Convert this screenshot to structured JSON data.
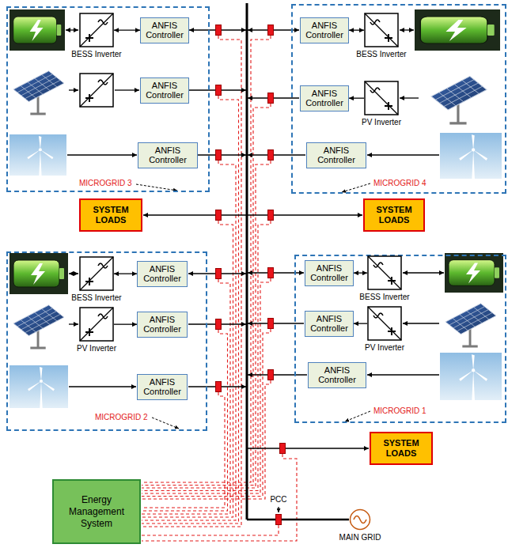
{
  "diagram": {
    "nodes": [
      {
        "text": [
          "MICROGRID 3"
        ]
      },
      {
        "text": [
          "BESS Inverter"
        ],
        "in": 0
      },
      {
        "text": [
          "ANFIS Controller"
        ],
        "in": 0
      },
      {
        "text": [
          "ANFIS Controller"
        ],
        "in": 0
      },
      {
        "text": [
          "ANFIS Controller"
        ],
        "in": 0
      },
      {
        "text": [
          "MICROGRID 4"
        ]
      },
      {
        "text": [
          "ANFIS Controller"
        ],
        "in": 5
      },
      {
        "text": [
          "BESS Inverter"
        ],
        "in": 5
      },
      {
        "text": [
          "ANFIS Controller"
        ],
        "in": 5
      },
      {
        "text": [
          "PV Inverter"
        ],
        "in": 5
      },
      {
        "text": [
          "ANFIS Controller"
        ],
        "in": 5
      },
      {
        "text": [
          "SYSTEM LOADS"
        ]
      },
      {
        "text": [
          "SYSTEM LOADS"
        ]
      },
      {
        "text": [
          "MICROGRID 2"
        ]
      },
      {
        "text": [
          "BESS Inverter"
        ],
        "in": 13
      },
      {
        "text": [
          "ANFIS Controller"
        ],
        "in": 13
      },
      {
        "text": [
          "PV Inverter"
        ],
        "in": 13
      },
      {
        "text": [
          "ANFIS Controller"
        ],
        "in": 13
      },
      {
        "text": [
          "ANFIS Controller"
        ],
        "in": 13
      },
      {
        "text": [
          "MICROGRID 1"
        ]
      },
      {
        "text": [
          "ANFIS Controller"
        ],
        "in": 19
      },
      {
        "text": [
          "BESS Inverter"
        ],
        "in": 19
      },
      {
        "text": [
          "ANFIS Controller"
        ],
        "in": 19
      },
      {
        "text": [
          "PV Inverter"
        ],
        "in": 19
      },
      {
        "text": [
          "ANFIS Controller"
        ],
        "in": 19
      },
      {
        "text": [
          "SYSTEM LOADS"
        ]
      },
      {
        "text": [
          "Energy Management System"
        ]
      },
      {
        "text": [
          "MAIN GRID"
        ]
      }
    ],
    "edges": [
      {
        "from": 1,
        "to": 2,
        "arrow": "both"
      },
      {
        "from": 7,
        "to": 6,
        "arrow": "both"
      },
      {
        "from": 9,
        "to": 8,
        "arrow": "to"
      },
      {
        "from": 14,
        "to": 15,
        "arrow": "both"
      },
      {
        "from": 16,
        "to": 17,
        "arrow": "to"
      },
      {
        "from": 21,
        "to": 20,
        "arrow": "both"
      },
      {
        "from": 23,
        "to": 22,
        "arrow": "to"
      }
    ],
    "labels": [
      "PCC"
    ]
  }
}
